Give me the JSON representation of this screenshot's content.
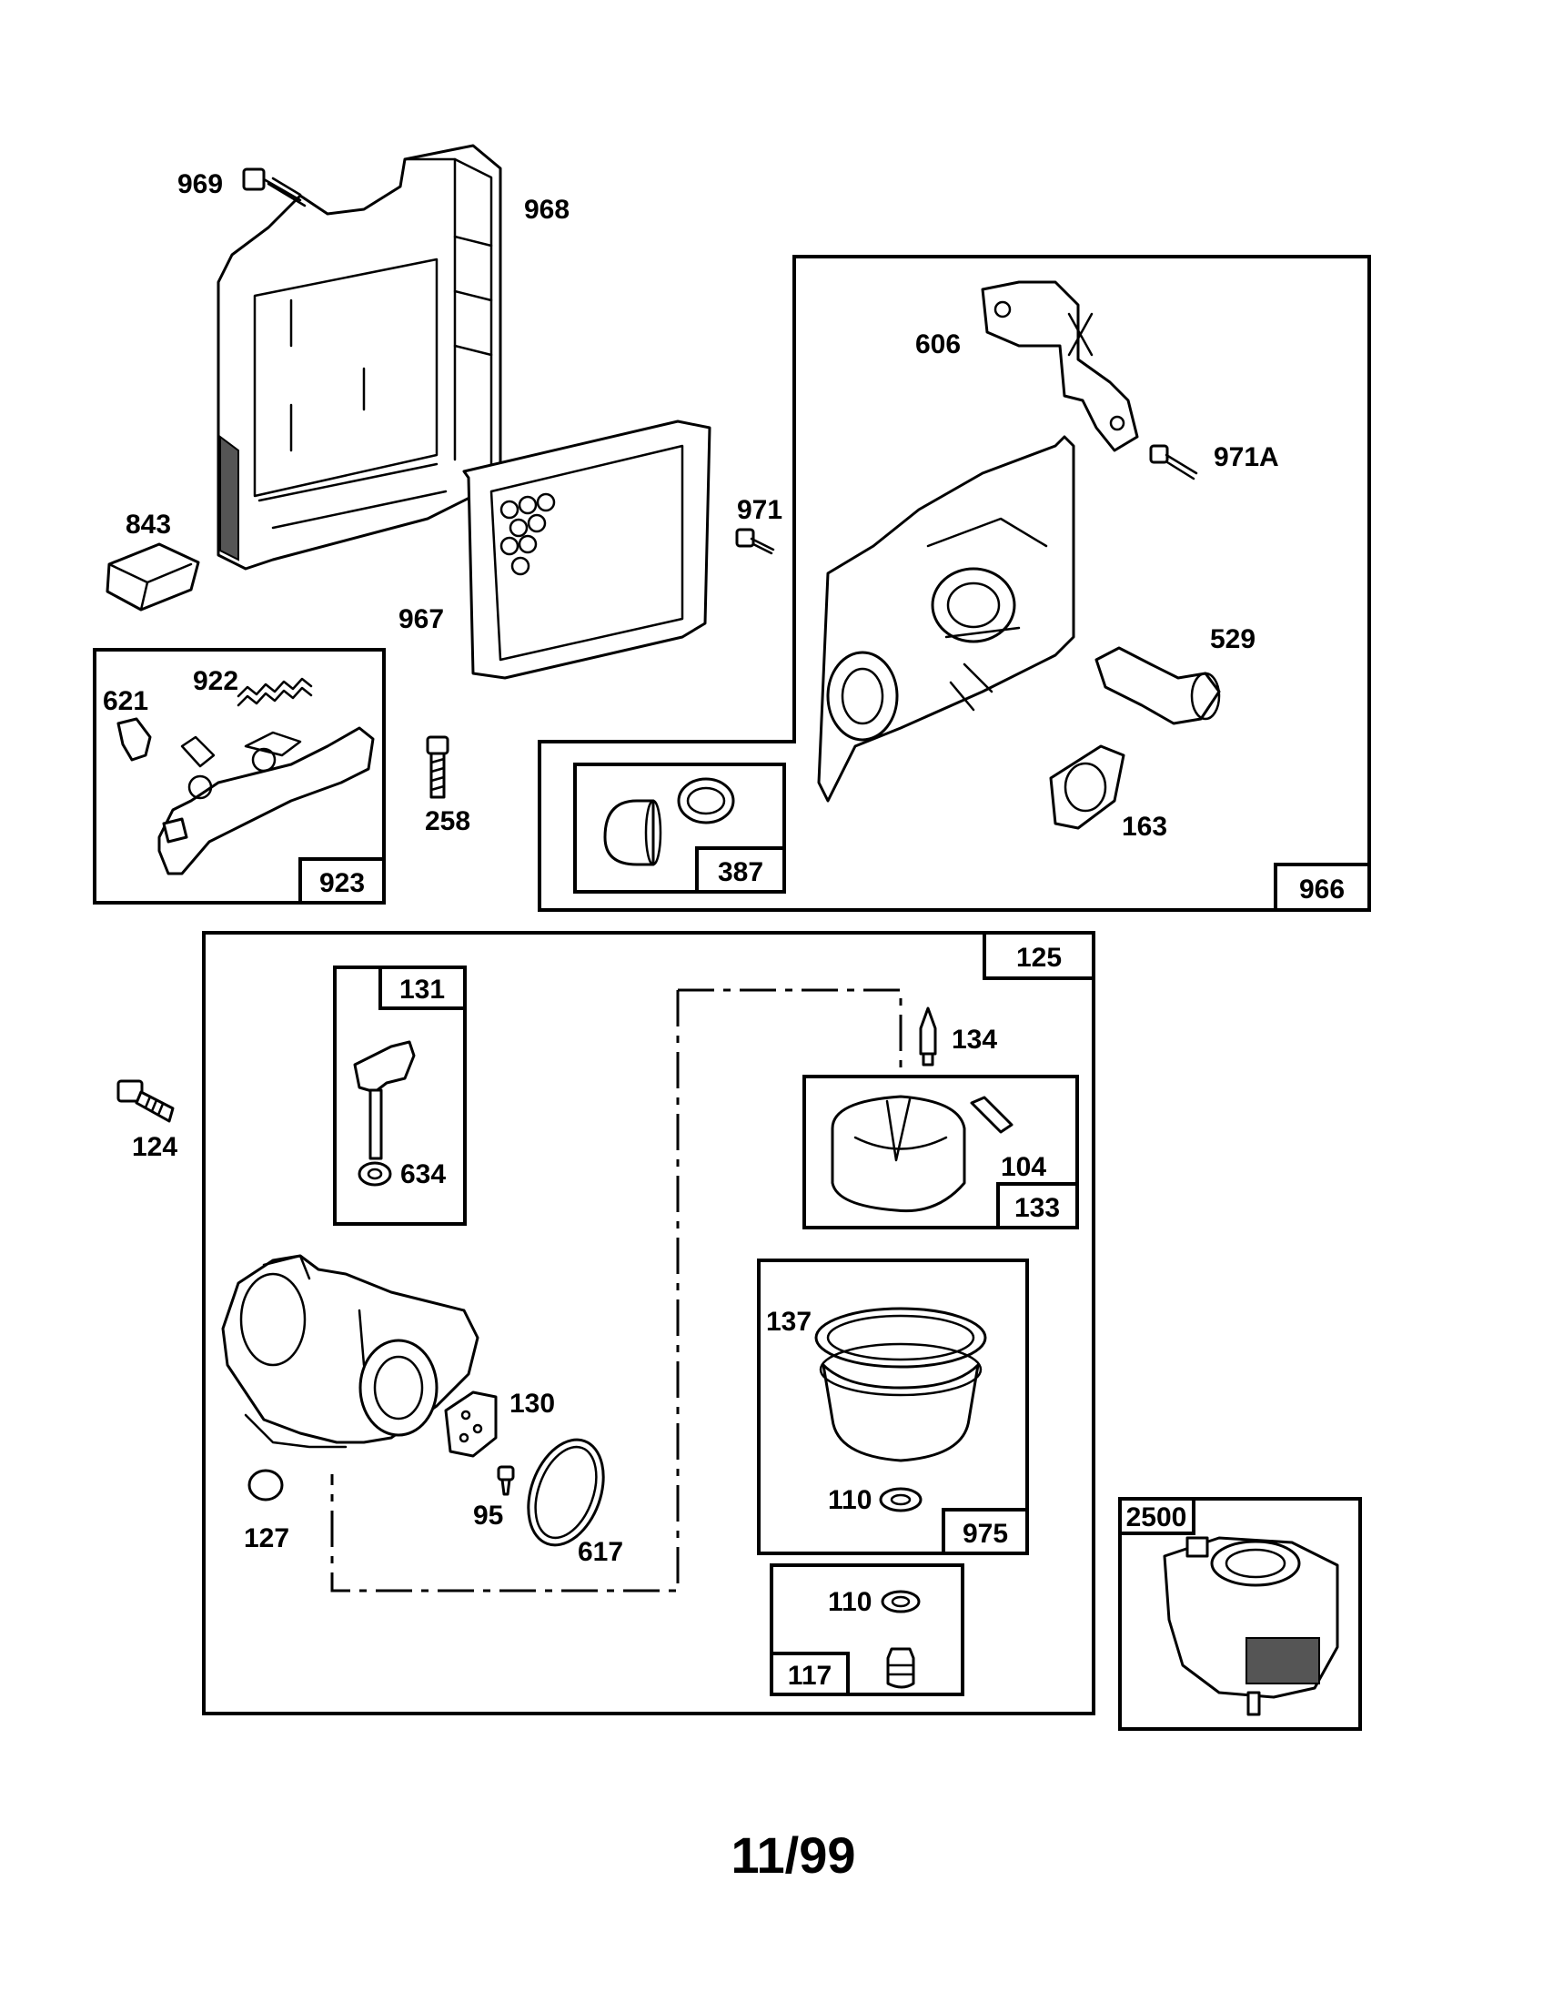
{
  "footer": {
    "date_code": "11/99"
  },
  "labels": {
    "p969": "969",
    "p968": "968",
    "p606": "606",
    "p971A": "971A",
    "p843": "843",
    "p971": "971",
    "p967": "967",
    "p529": "529",
    "p621": "621",
    "p922": "922",
    "p258": "258",
    "p163": "163",
    "p134": "134",
    "p124": "124",
    "p634": "634",
    "p104": "104",
    "p137": "137",
    "p130": "130",
    "p95": "95",
    "p127": "127",
    "p617": "617",
    "p110a": "110",
    "p110b": "110"
  },
  "boxes": {
    "b923": "923",
    "b387": "387",
    "b966": "966",
    "b125": "125",
    "b131": "131",
    "b133": "133",
    "b975": "975",
    "b117": "117",
    "b2500": "2500"
  }
}
